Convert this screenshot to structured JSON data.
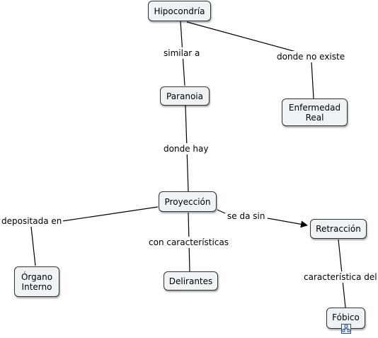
{
  "nodes": {
    "hipocondria": "Hipocondría",
    "paranoia": "Paranoia",
    "enfermedad_real": "Enfermedad\nReal",
    "proyeccion": "Proyección",
    "retraccion": "Retracción",
    "organo_interno": "Órgano\nInterno",
    "delirantes": "Delirantes",
    "fobico": "Fóbico"
  },
  "links": {
    "similar_a": "similar a",
    "donde_no_existe": "donde no existe",
    "donde_hay": "donde hay",
    "depositada_en": "depositada en",
    "se_da_sin": "se da sin",
    "con_caracteristicas": "con características",
    "caracteristica_del": "característica del"
  },
  "icons": {
    "fobico": "submap-icon"
  }
}
